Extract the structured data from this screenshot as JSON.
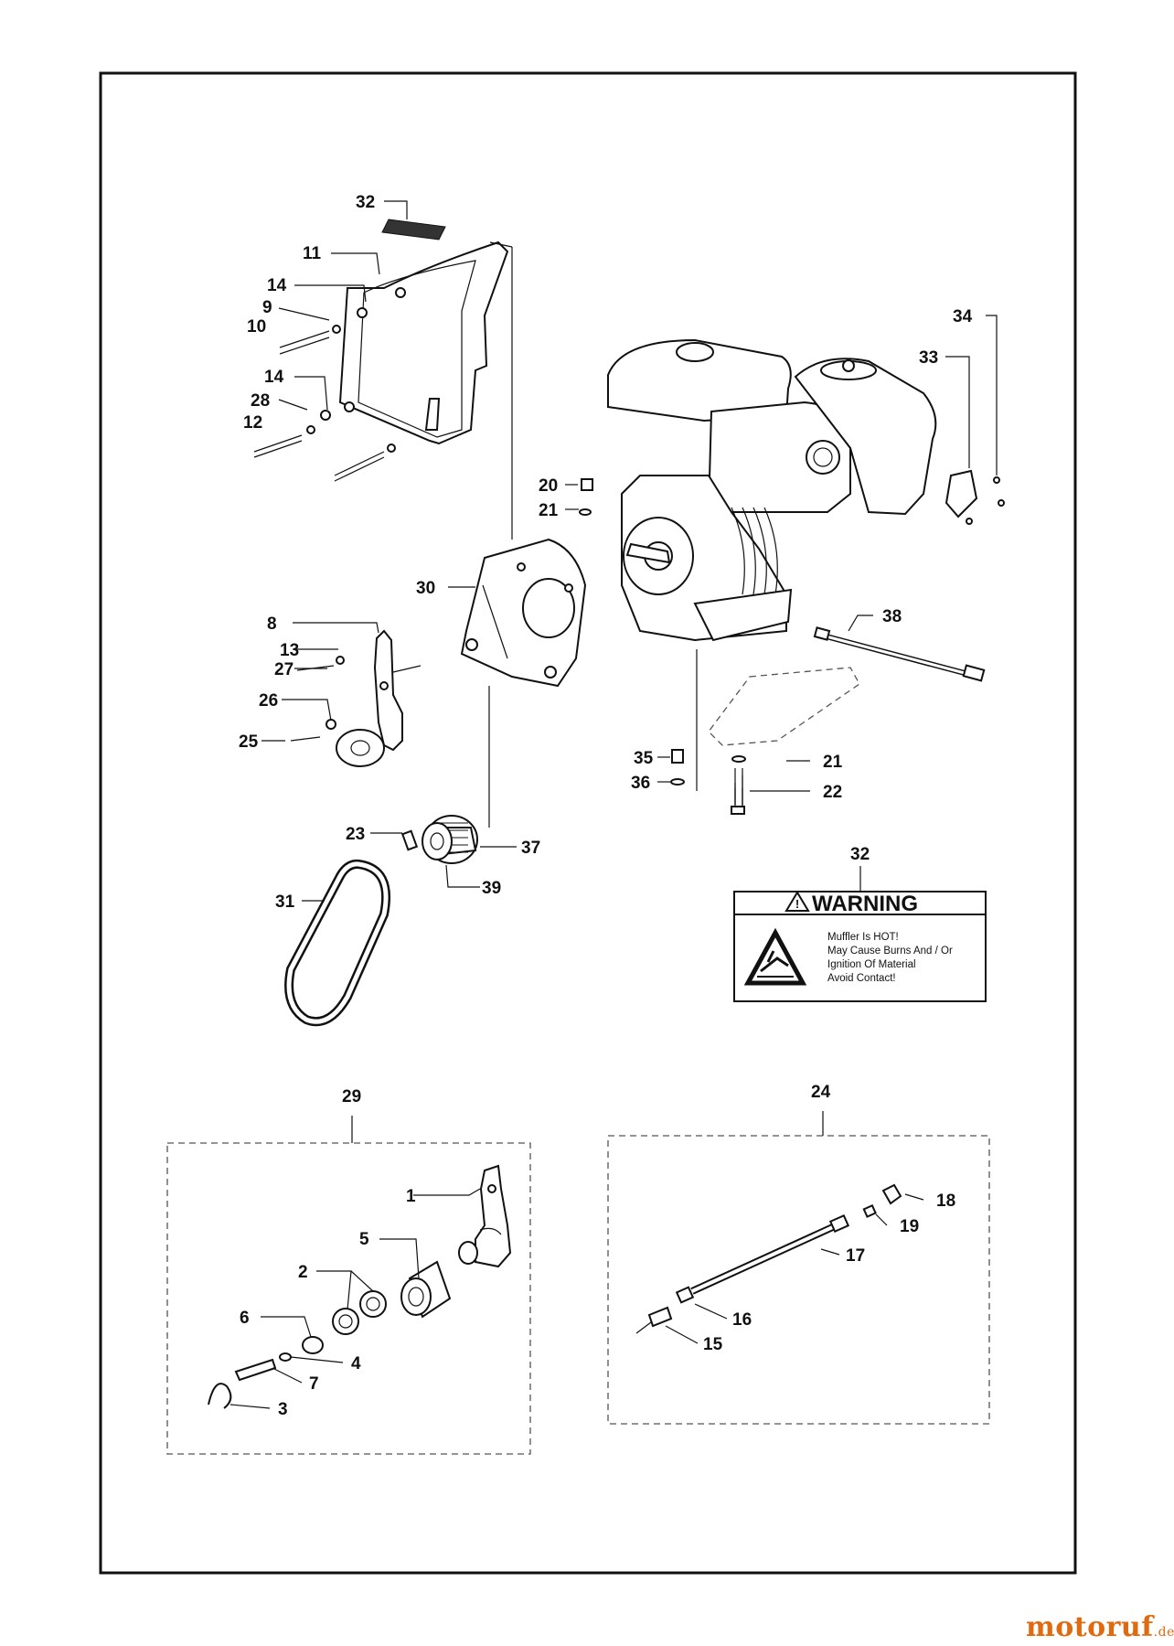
{
  "diagram": {
    "callouts": [
      {
        "id": "32-top",
        "label": "32"
      },
      {
        "id": "11",
        "label": "11"
      },
      {
        "id": "14-a",
        "label": "14"
      },
      {
        "id": "9",
        "label": "9"
      },
      {
        "id": "10",
        "label": "10"
      },
      {
        "id": "14-b",
        "label": "14"
      },
      {
        "id": "28",
        "label": "28"
      },
      {
        "id": "12",
        "label": "12"
      },
      {
        "id": "34",
        "label": "34"
      },
      {
        "id": "33",
        "label": "33"
      },
      {
        "id": "20",
        "label": "20"
      },
      {
        "id": "21-a",
        "label": "21"
      },
      {
        "id": "30",
        "label": "30"
      },
      {
        "id": "8",
        "label": "8"
      },
      {
        "id": "13",
        "label": "13"
      },
      {
        "id": "27",
        "label": "27"
      },
      {
        "id": "26",
        "label": "26"
      },
      {
        "id": "25",
        "label": "25"
      },
      {
        "id": "38",
        "label": "38"
      },
      {
        "id": "35",
        "label": "35"
      },
      {
        "id": "36",
        "label": "36"
      },
      {
        "id": "21-b",
        "label": "21"
      },
      {
        "id": "22",
        "label": "22"
      },
      {
        "id": "23",
        "label": "23"
      },
      {
        "id": "37",
        "label": "37"
      },
      {
        "id": "39",
        "label": "39"
      },
      {
        "id": "31",
        "label": "31"
      },
      {
        "id": "32-decal",
        "label": "32"
      },
      {
        "id": "29",
        "label": "29"
      },
      {
        "id": "24",
        "label": "24"
      },
      {
        "id": "1",
        "label": "1"
      },
      {
        "id": "5",
        "label": "5"
      },
      {
        "id": "2",
        "label": "2"
      },
      {
        "id": "6",
        "label": "6"
      },
      {
        "id": "4",
        "label": "4"
      },
      {
        "id": "7",
        "label": "7"
      },
      {
        "id": "3",
        "label": "3"
      },
      {
        "id": "18",
        "label": "18"
      },
      {
        "id": "19",
        "label": "19"
      },
      {
        "id": "17",
        "label": "17"
      },
      {
        "id": "16",
        "label": "16"
      },
      {
        "id": "15",
        "label": "15"
      }
    ],
    "warning_label": {
      "heading": "WARNING",
      "lines": [
        "Muffler Is HOT!",
        "May Cause Burns And / Or",
        "Ignition Of Material",
        "Avoid Contact!"
      ]
    }
  },
  "watermark": {
    "name": "motoruf",
    "tld": ".de",
    "color": "#e06a10"
  }
}
